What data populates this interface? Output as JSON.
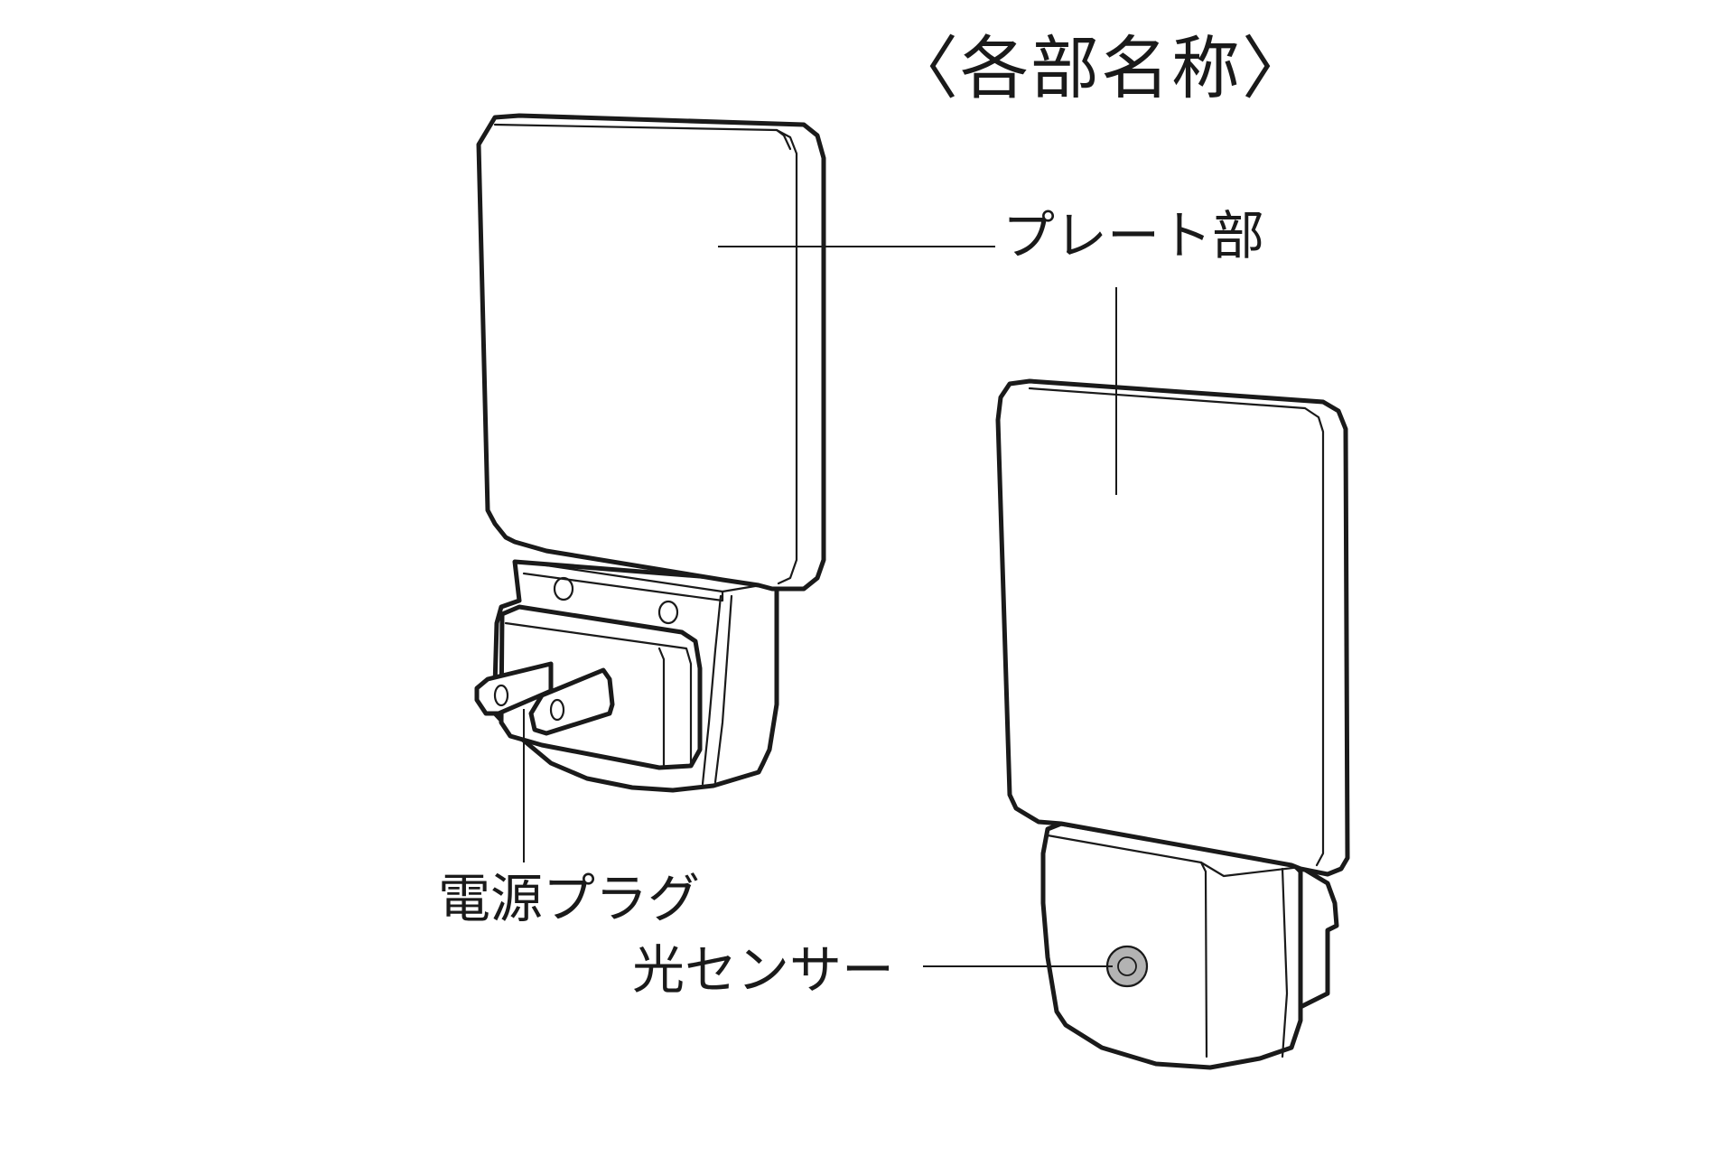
{
  "diagram": {
    "title": "〈各部名称〉",
    "labels": {
      "plate": "プレート部",
      "plug": "電源プラグ",
      "sensor": "光センサー"
    },
    "colors": {
      "line": "#1a1a1a",
      "sensor_fill": "#b3b3b3",
      "background": "#ffffff"
    }
  }
}
